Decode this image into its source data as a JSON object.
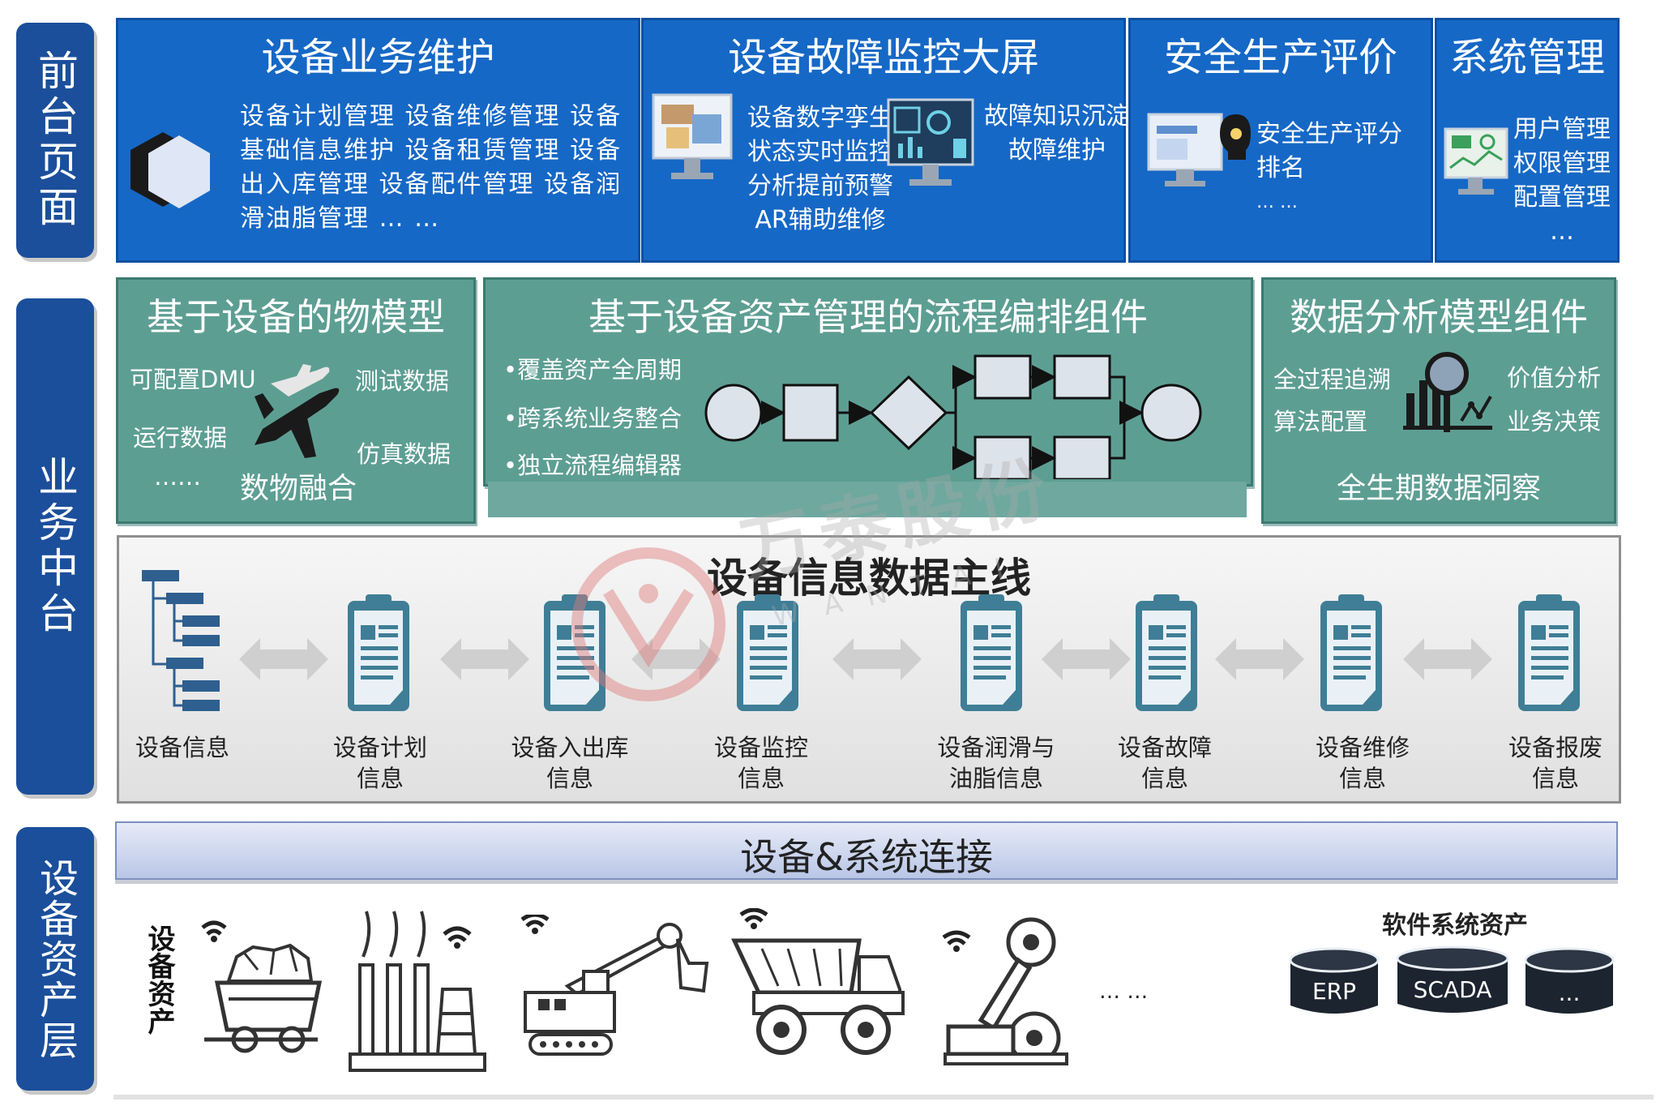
{
  "layers": {
    "frontend": "前台页面",
    "middle": "业务中台",
    "assets": "设备资产层"
  },
  "front": {
    "maintenance": {
      "title": "设备业务维护",
      "lines": [
        "设备计划管理  设备维修管理  设备",
        "基础信息维护  设备租赁管理  设备",
        "出入库管理  设备配件管理  设备润",
        "滑油脂管理  … …"
      ]
    },
    "monitor": {
      "title": "设备故障监控大屏",
      "left_lines": [
        "设备数字孪生",
        "状态实时监控",
        "分析提前预警",
        "AR辅助维修"
      ],
      "right_lines": [
        "故障知识沉淀",
        "故障维护"
      ]
    },
    "safety": {
      "title": "安全生产评价",
      "lines": [
        "安全生产评分",
        "排名",
        "… …"
      ]
    },
    "system": {
      "title": "系统管理",
      "lines": [
        "用户管理",
        "权限管理",
        "配置管理",
        "…"
      ]
    }
  },
  "middle": {
    "model": {
      "title": "基于设备的物模型",
      "dmu": "可配置DMU",
      "test": "测试数据",
      "run": "运行数据",
      "sim": "仿真数据",
      "dots": "……",
      "fusion": "数物融合"
    },
    "flow": {
      "title": "基于设备资产管理的流程编排组件",
      "bullets": [
        "•覆盖资产全周期",
        "•跨系统业务整合",
        "•独立流程编辑器"
      ]
    },
    "analysis": {
      "title": "数据分析模型组件",
      "trace": "全过程追溯",
      "algo": "算法配置",
      "value": "价值分析",
      "decision": "业务决策",
      "insight": "全生期数据洞察"
    }
  },
  "thread": {
    "title": "设备信息数据主线",
    "nodes": [
      "设备信息",
      "设备计划\n信息",
      "设备入出库\n信息",
      "设备监控\n信息",
      "设备润滑与\n油脂信息",
      "设备故障\n信息",
      "设备维修\n信息",
      "设备报废\n信息"
    ]
  },
  "connect": "设备&系统连接",
  "assets": {
    "label": "设备资产",
    "dots": "… …",
    "software_title": "软件系统资产",
    "software": [
      "ERP",
      "SCADA",
      "..."
    ]
  },
  "watermark": {
    "cn": "万泰股份",
    "en": "W A N T A I"
  },
  "colors": {
    "layer_blue": "#1b4f9b",
    "front_blue": "#1668c6",
    "middle_green": "#5d9e93",
    "doc_teal": "#3f7e96"
  }
}
